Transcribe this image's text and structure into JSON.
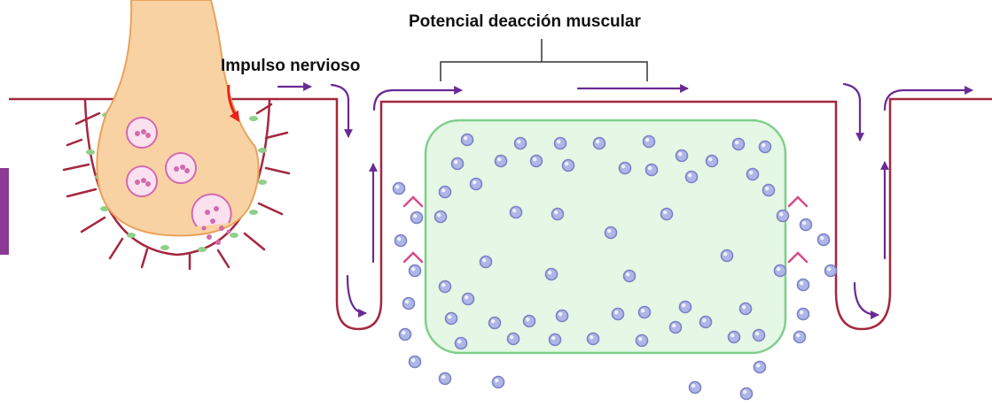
{
  "labels": {
    "title": "Potencial deacción muscular",
    "impulse": "Impulso nervioso"
  },
  "colors": {
    "membrane": "#a4273f",
    "terminal_fill": "#f9d2a4",
    "terminal_edge": "#e8a35c",
    "vesicle": "#d46aae",
    "fiber_fill": "#e5f7e5",
    "fiber_edge": "#7fcf8a",
    "ion_fill": "#aeb6e8",
    "ion_edge": "#7b83c4",
    "arrow": "#6a2a94",
    "impulse_arrow": "#e8241c",
    "receptor": "#8fcf8a",
    "channel_mark": "#d94a8c",
    "side_tab": "#8b3a96"
  },
  "icons": [
    "nerve-terminal",
    "synaptic-vesicle",
    "muscle-fiber",
    "ion-particle",
    "direction-arrow"
  ]
}
